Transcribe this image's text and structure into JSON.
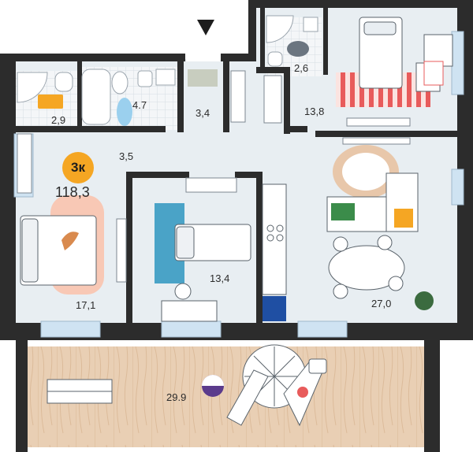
{
  "apartment": {
    "type_label": "3к",
    "total_area": "118,3"
  },
  "rooms": {
    "bathroom_small": "2,9",
    "bathroom_main": "4.7",
    "entry": "3,4",
    "wc_top": "2,6",
    "bedroom_top": "13,8",
    "hallway": "3,5",
    "bedroom_left": "17,1",
    "bedroom_mid": "13,4",
    "living_kitchen": "27,0",
    "terrace": "29.9"
  },
  "colors": {
    "wall": "#2c2c2c",
    "floor": "#e8eef2",
    "terrace": "#e7c9ac",
    "accent": "#f5a623",
    "window": "#cfe3f2"
  }
}
